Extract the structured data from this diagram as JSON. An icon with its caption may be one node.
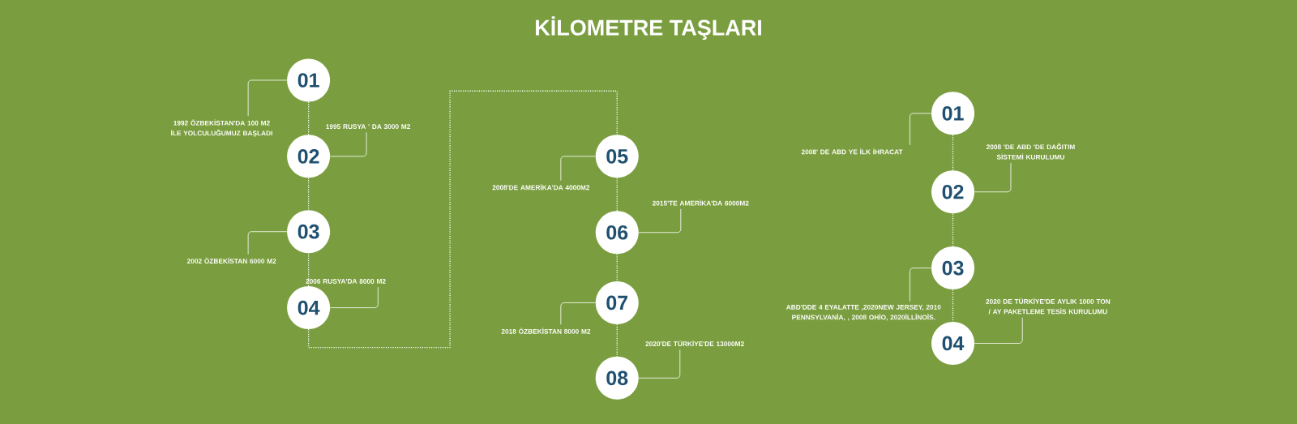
{
  "diagram": {
    "title": "KİLOMETRE TAŞLARI",
    "nodes": [
      {
        "text": [
          "01"
        ]
      },
      {
        "text": [
          "1992 ÖZBEKİSTAN'DA 100 M2 İLE YOLCULUĞUMUZ BAŞLADI"
        ]
      },
      {
        "text": [
          "02"
        ]
      },
      {
        "text": [
          "1995 RUSYA ' DA 3000 M2"
        ]
      },
      {
        "text": [
          "03"
        ]
      },
      {
        "text": [
          "2002 ÖZBEKİSTAN 6000 M2"
        ]
      },
      {
        "text": [
          "04"
        ]
      },
      {
        "text": [
          "2006 RUSYA'DA 8000 M2"
        ]
      },
      {
        "text": [
          "05"
        ]
      },
      {
        "text": [
          "2008'DE AMERİKA'DA 4000M2"
        ]
      },
      {
        "text": [
          "06"
        ]
      },
      {
        "text": [
          "2015'TE AMERİKA'DA 6000M2"
        ]
      },
      {
        "text": [
          "07"
        ]
      },
      {
        "text": [
          "2018 ÖZBEKİSTAN 8000 M2"
        ]
      },
      {
        "text": [
          "08"
        ]
      },
      {
        "text": [
          "2020'DE TÜRKİYE'DE 13000M2"
        ]
      },
      {
        "text": [
          "01"
        ]
      },
      {
        "text": [
          "2008' DE ABD YE İLK İHRACAT"
        ]
      },
      {
        "text": [
          "02"
        ]
      },
      {
        "text": [
          "2008 'DE ABD 'DE DAĞITIM SİSTEMİ KURULUMU"
        ]
      },
      {
        "text": [
          "03"
        ]
      },
      {
        "text": [
          "ABD'DDE 4 EYALATTE ,2020NEW JERSEY, 2010 PENNSYLVANİA, , 2008 OHİO, 2020İLLİNOİS."
        ]
      },
      {
        "text": [
          "04"
        ]
      },
      {
        "text": [
          "2020 DE TÜRKİYE'DE AYLIK 1000 TON / AY PAKETLEME TESİS KURULUMU"
        ]
      }
    ],
    "edges": [
      {
        "from": 1,
        "to": 0,
        "arrow": "none"
      },
      {
        "from": 3,
        "to": 2,
        "arrow": "none"
      },
      {
        "from": 5,
        "to": 4,
        "arrow": "none"
      },
      {
        "from": 7,
        "to": 6,
        "arrow": "none"
      },
      {
        "from": 9,
        "to": 8,
        "arrow": "none"
      },
      {
        "from": 11,
        "to": 10,
        "arrow": "none"
      },
      {
        "from": 13,
        "to": 12,
        "arrow": "none"
      },
      {
        "from": 15,
        "to": 14,
        "arrow": "none"
      },
      {
        "from": 17,
        "to": 16,
        "arrow": "none"
      },
      {
        "from": 19,
        "to": 18,
        "arrow": "none"
      },
      {
        "from": 21,
        "to": 20,
        "arrow": "none"
      },
      {
        "from": 23,
        "to": 22,
        "arrow": "none"
      },
      {
        "from": 0,
        "to": 2,
        "arrow": "none",
        "style": "dashed"
      },
      {
        "from": 2,
        "to": 4,
        "arrow": "none",
        "style": "dashed"
      },
      {
        "from": 4,
        "to": 6,
        "arrow": "none",
        "style": "dashed"
      },
      {
        "from": 6,
        "to": 8,
        "arrow": "none",
        "style": "dashed"
      },
      {
        "from": 8,
        "to": 10,
        "arrow": "none",
        "style": "dashed"
      },
      {
        "from": 10,
        "to": 12,
        "arrow": "none",
        "style": "dashed"
      },
      {
        "from": 12,
        "to": 14,
        "arrow": "none",
        "style": "dashed"
      },
      {
        "from": 16,
        "to": 18,
        "arrow": "none",
        "style": "dashed"
      },
      {
        "from": 18,
        "to": 20,
        "arrow": "none",
        "style": "dashed"
      },
      {
        "from": 20,
        "to": 22,
        "arrow": "none",
        "style": "dashed"
      }
    ]
  }
}
